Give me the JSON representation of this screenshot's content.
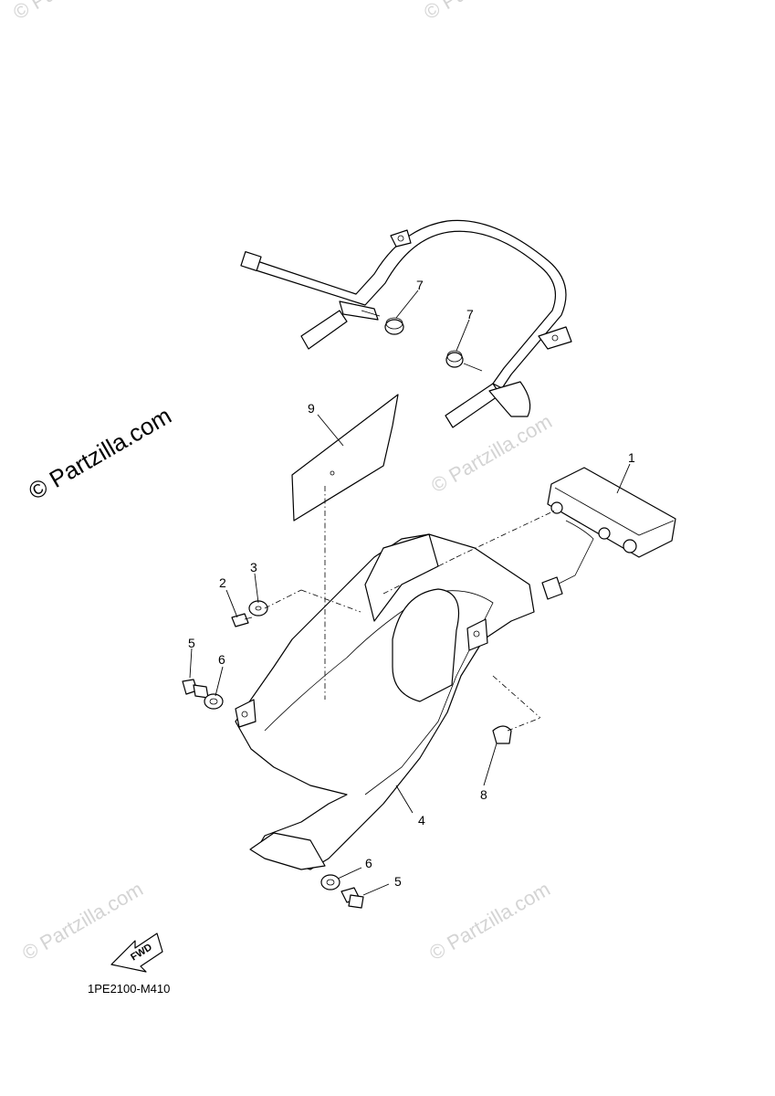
{
  "watermark": {
    "text": "© Partzilla.com"
  },
  "callouts": {
    "c1": "1",
    "c2": "2",
    "c3": "3",
    "c4": "4",
    "c5a": "5",
    "c5b": "5",
    "c6a": "6",
    "c6b": "6",
    "c7a": "7",
    "c7b": "7",
    "c8": "8",
    "c9": "9"
  },
  "fwd_label": "FWD",
  "diagram_code": "1PE2100-M410"
}
